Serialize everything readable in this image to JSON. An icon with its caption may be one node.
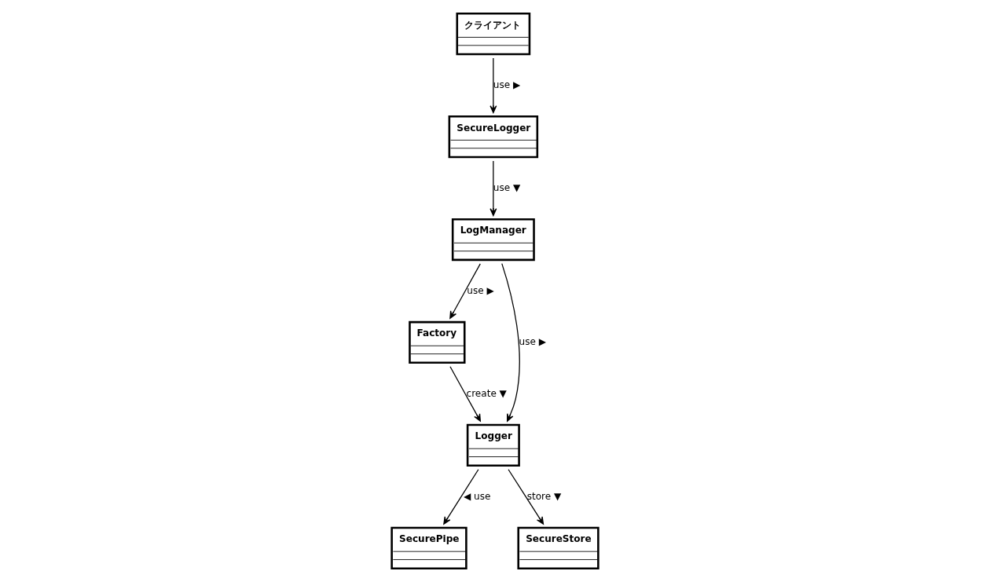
{
  "diagram": {
    "nodes": [
      {
        "text": [
          "SecureLogger"
        ]
      },
      {
        "text": [
          "Factory"
        ]
      },
      {
        "text": [
          "クライアント"
        ]
      },
      {
        "text": [
          "LogManager"
        ]
      },
      {
        "text": [
          "Logger"
        ]
      },
      {
        "text": [
          "SecurePipe"
        ]
      },
      {
        "text": [
          "SecureStore"
        ]
      }
    ],
    "edges": [
      {
        "from": 2,
        "to": 0,
        "arrow": "to",
        "label": "use ▶"
      },
      {
        "from": 0,
        "to": 3,
        "arrow": "to",
        "label": "use ▼"
      },
      {
        "from": 3,
        "to": 1,
        "arrow": "to",
        "label": "use ▶"
      },
      {
        "from": 1,
        "to": 4,
        "arrow": "to",
        "label": "create ▼"
      },
      {
        "from": 3,
        "to": 4,
        "arrow": "to",
        "label": "use ▶"
      },
      {
        "from": 4,
        "to": 5,
        "arrow": "to",
        "label": "◀ use"
      },
      {
        "from": 4,
        "to": 6,
        "arrow": "to",
        "label": "store ▼"
      }
    ]
  }
}
